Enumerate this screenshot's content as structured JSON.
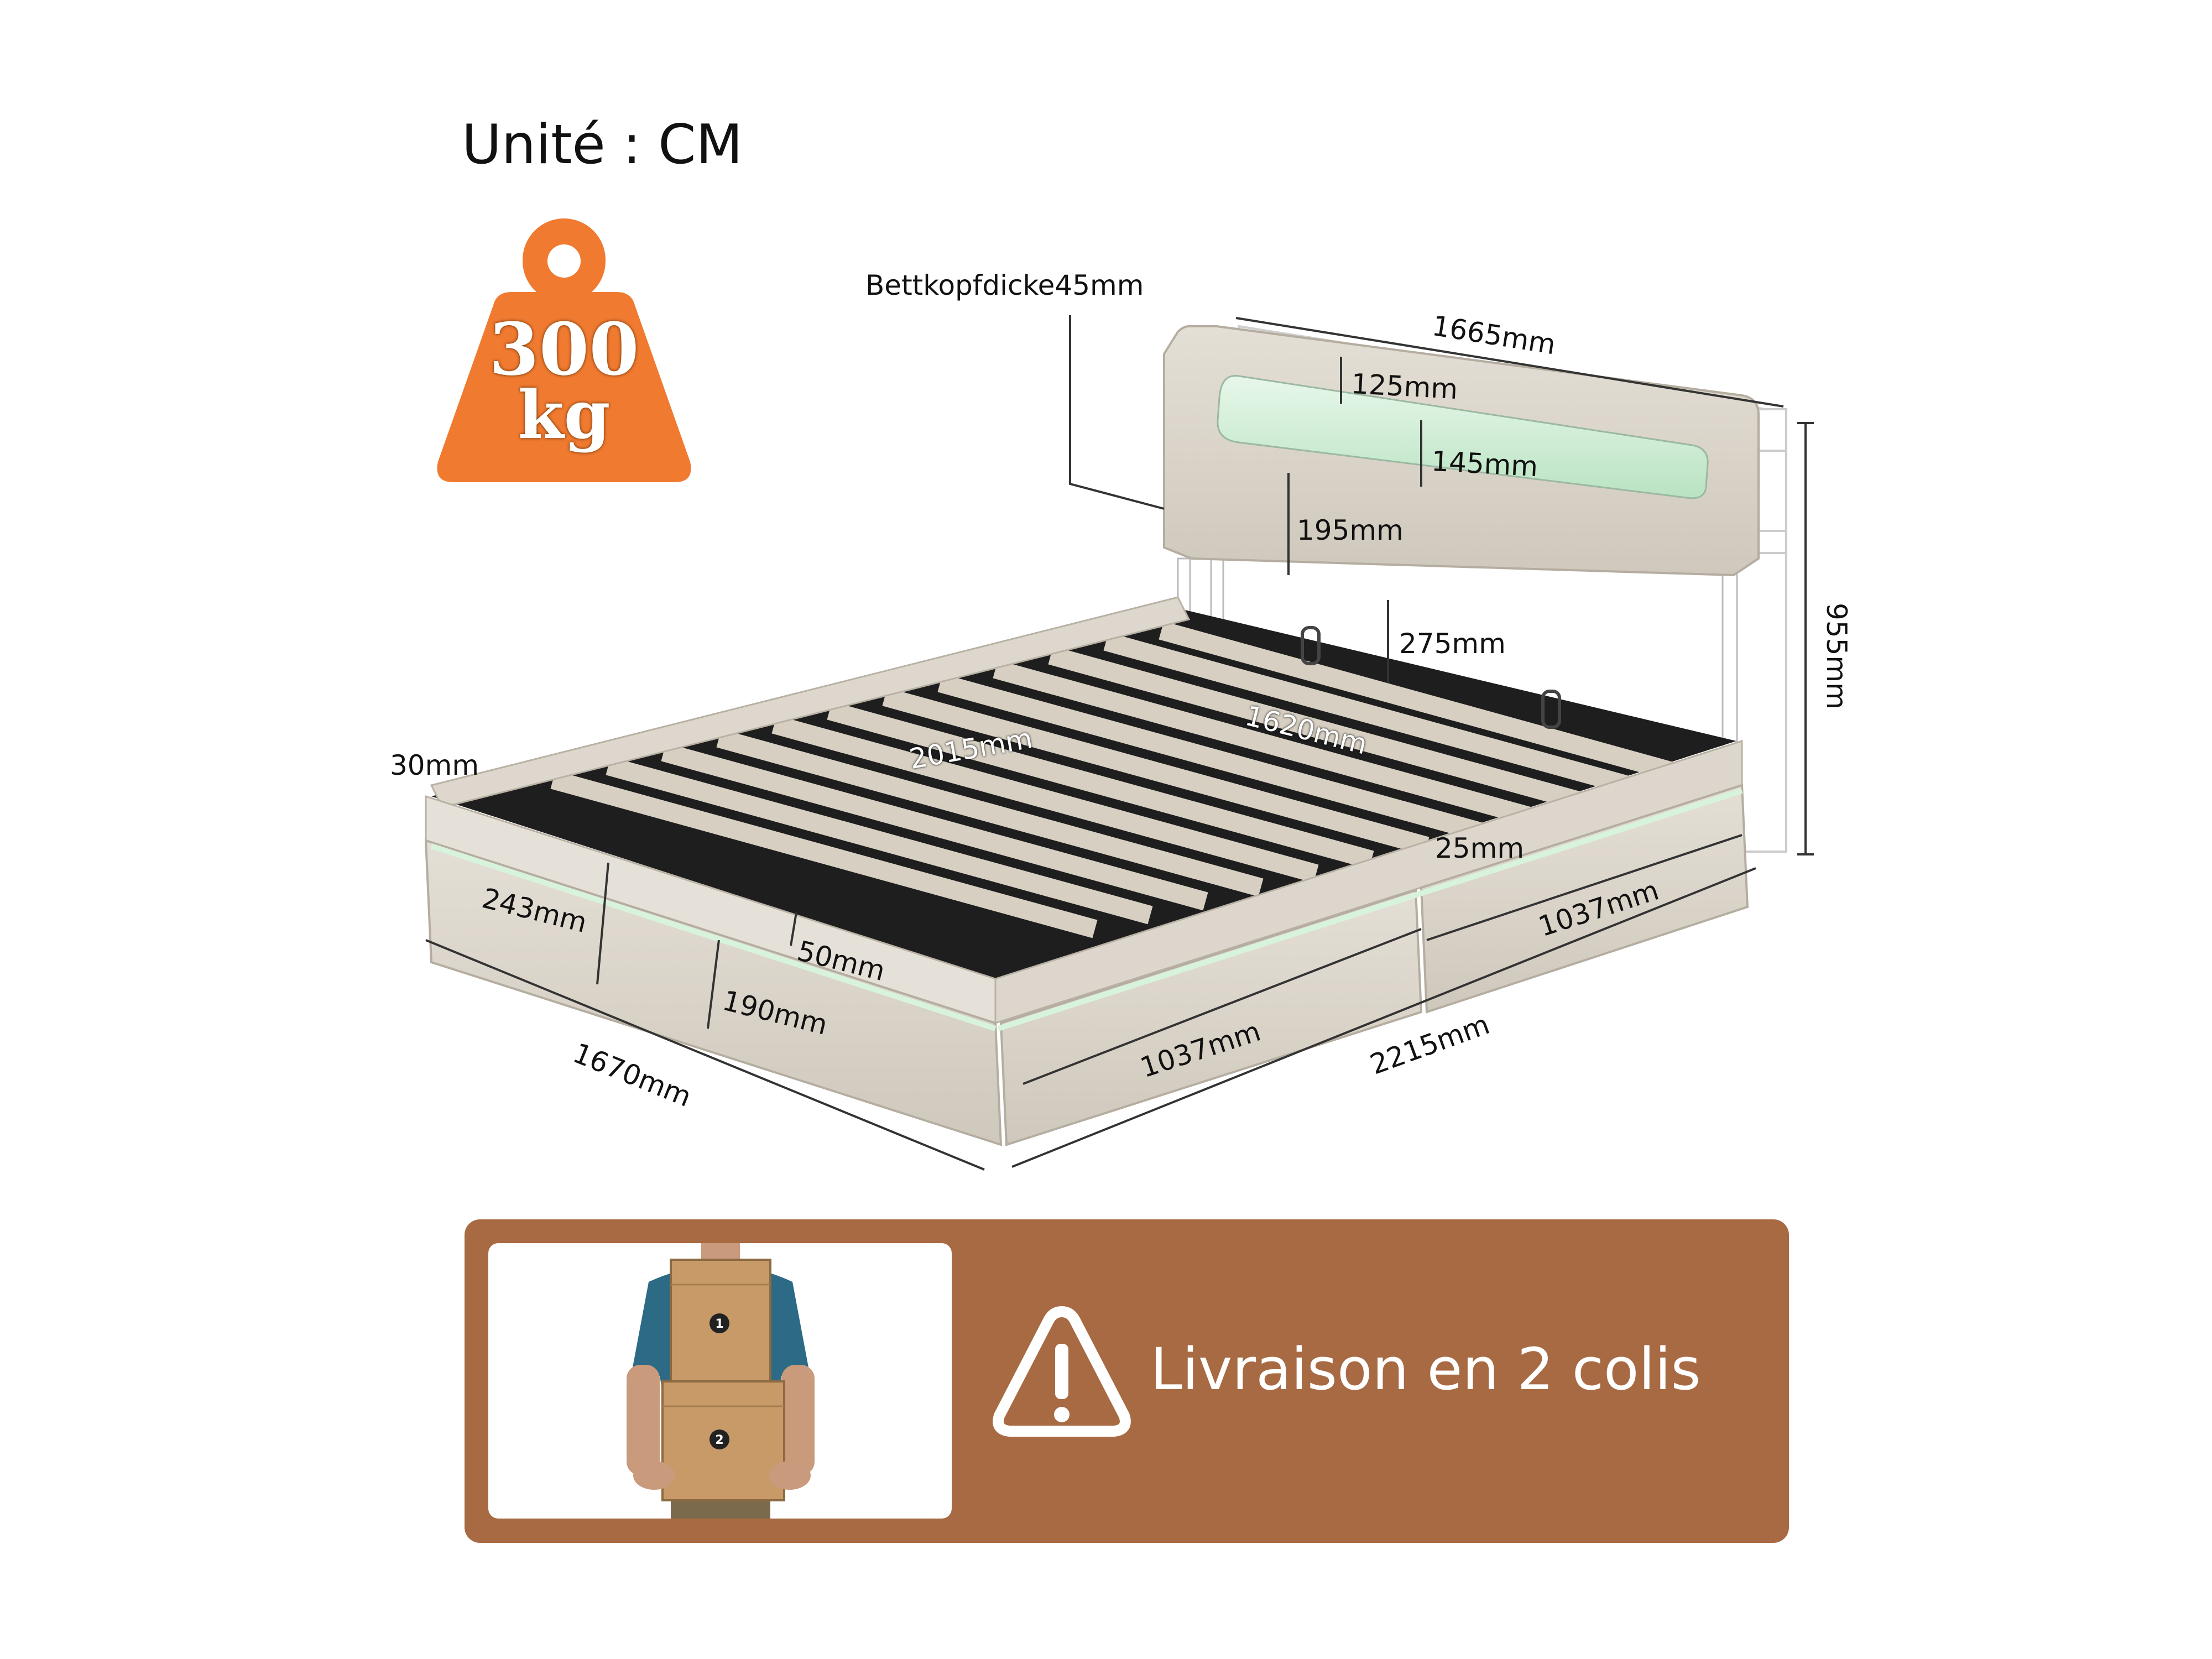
{
  "header": {
    "unit_label": "Unité : CM"
  },
  "weight_badge": {
    "value": "300",
    "unit": "kg",
    "icon": "weight-icon",
    "color": "#f07a30"
  },
  "dimensions": {
    "headboard_thickness": "Bettkopfdicke45mm",
    "headboard_width": "1665mm",
    "light_top": "125mm",
    "light_height": "145mm",
    "headboard_lower": "195mm",
    "leg_gap": "275mm",
    "total_height": "955mm",
    "inner_length": "2015mm",
    "inner_width": "1620mm",
    "top_edge": "30mm",
    "slat_gap": "25mm",
    "frame_height": "243mm",
    "slat_depth": "50mm",
    "side_height": "190mm",
    "drawer_length_rear": "1037mm",
    "drawer_length_front": "1037mm",
    "total_width": "1670mm",
    "total_length": "2215mm"
  },
  "delivery": {
    "message": "Livraison en 2 colis",
    "warning_icon": "warning-icon",
    "box_1": "1",
    "box_2": "2",
    "panel_color": "#a86a43"
  }
}
